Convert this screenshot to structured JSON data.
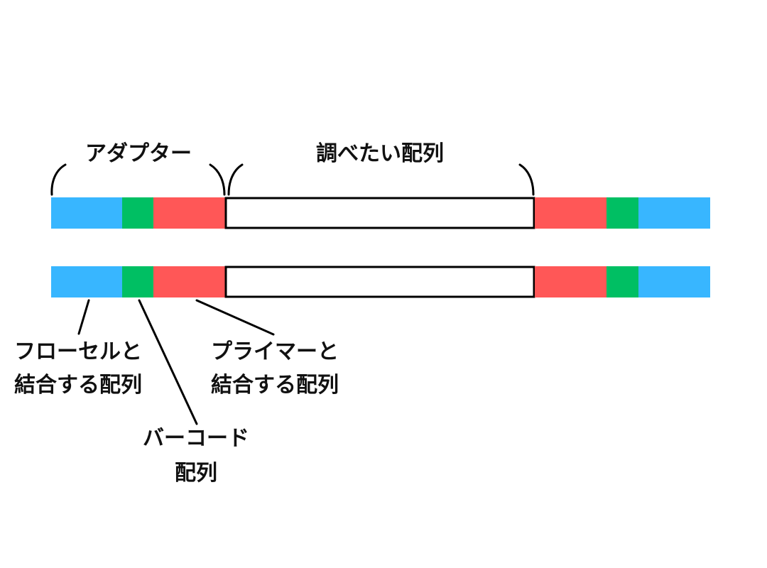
{
  "colors": {
    "flowcell": "#38b6ff",
    "barcode": "#00bf63",
    "primer": "#ff5757",
    "insert": "#ffffff",
    "outline": "#000000"
  },
  "labels": {
    "adapter": "アダプター",
    "target": "調べたい配列",
    "flowcell_line1": "フローセルと",
    "flowcell_line2": "結合する配列",
    "primer_line1": "プライマーと",
    "primer_line2": "結合する配列",
    "barcode_line1": "バーコード",
    "barcode_line2": "配列"
  }
}
